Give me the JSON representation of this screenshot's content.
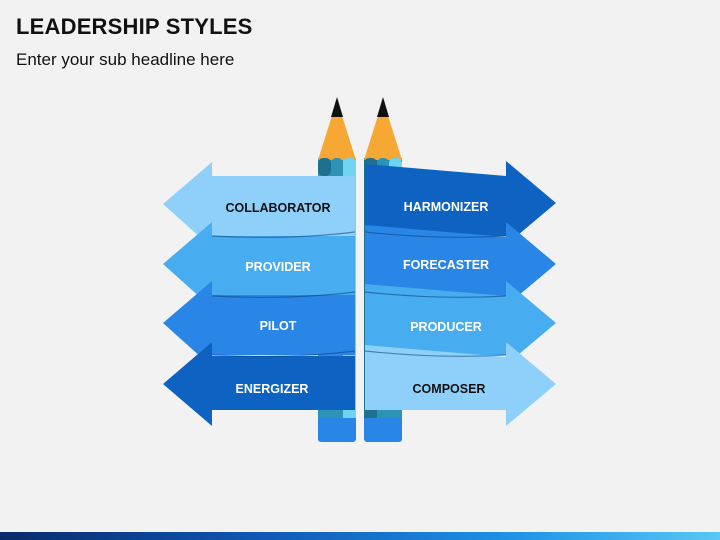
{
  "slide": {
    "title": "LEADERSHIP STYLES",
    "subtitle": "Enter your sub headline here"
  },
  "left_arrows": [
    {
      "label": "COLLABORATOR",
      "color": "#8fd0fb",
      "text_color": "#111111"
    },
    {
      "label": "PROVIDER",
      "color": "#48acf0",
      "text_color": "#ffffff"
    },
    {
      "label": "PILOT",
      "color": "#2a86e6",
      "text_color": "#ffffff"
    },
    {
      "label": "ENERGIZER",
      "color": "#0e63c2",
      "text_color": "#ffffff"
    }
  ],
  "right_arrows": [
    {
      "label": "HARMONIZER",
      "color": "#0e63c2",
      "text_color": "#ffffff"
    },
    {
      "label": "FORECASTER",
      "color": "#2a86e6",
      "text_color": "#ffffff"
    },
    {
      "label": "PRODUCER",
      "color": "#48acf0",
      "text_color": "#ffffff"
    },
    {
      "label": "COMPOSER",
      "color": "#8fd0fb",
      "text_color": "#111111"
    }
  ],
  "pencil_colors": {
    "wood": "#f7a733",
    "lead": "#111111",
    "band_dark": "#1f6f8f",
    "band_mid": "#2d94b8",
    "band_light": "#6fd3f2",
    "eraser": "#2a86e6"
  }
}
